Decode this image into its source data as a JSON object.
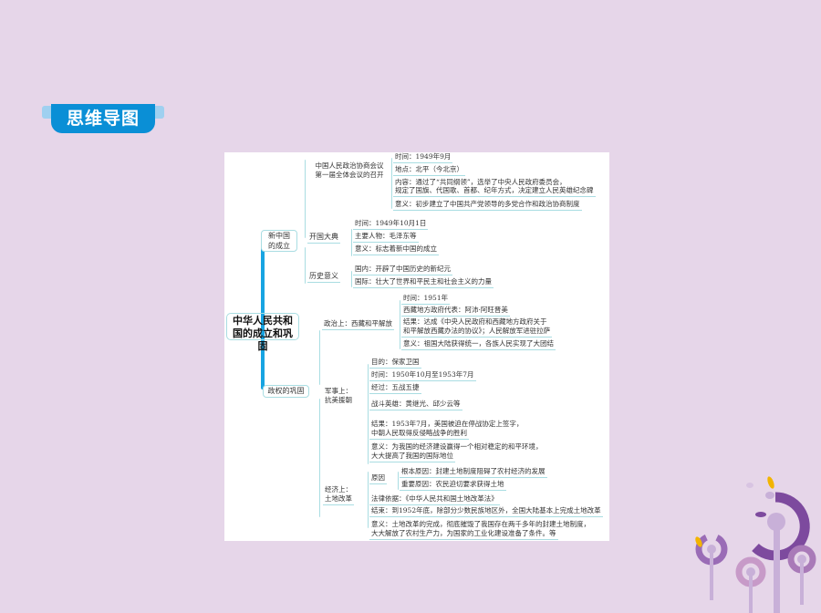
{
  "badge": {
    "title": "思维导图"
  },
  "mindmap": {
    "central": "中华人民共和国的成立和巩固",
    "branch1": {
      "title": "新中国的成立",
      "cppcc": {
        "title": "中国人民政治协商会议第一届全体会议的召开",
        "time": "时间：1949年9月",
        "place": "地点：北平（今北京）",
        "content1": "内容：通过了“共同纲领”，选举了中央人民政府委员会，",
        "content2": "规定了国旗、代国歌、首都、纪年方式，决定建立人民英雄纪念碑",
        "meaning": "意义：初步建立了中国共产党领导的多党合作和政治协商制度"
      },
      "ceremony": {
        "title": "开国大典",
        "time": "时间：1949年10月1日",
        "person": "主要人物：毛泽东等",
        "meaning": "意义：标志着新中国的成立"
      },
      "significance": {
        "title": "历史意义",
        "domestic": "国内：开辟了中国历史的新纪元",
        "intl": "国际：壮大了世界和平民主和社会主义的力量"
      }
    },
    "branch2": {
      "title": "政权的巩固",
      "politics": {
        "title": "政治上：西藏和平解放",
        "time": "时间：1951年",
        "rep": "西藏地方政府代表：阿沛·阿旺晋美",
        "result1": "结果：达成《中央人民政府和西藏地方政府关于",
        "result2": "和平解放西藏办法的协议》；人民解放军进驻拉萨",
        "meaning": "意义：祖国大陆获得统一，各族人民实现了大团结"
      },
      "military": {
        "title1": "军事上：",
        "title2": "抗美援朝",
        "goal": "目的：保家卫国",
        "time": "时间：1950年10月至1953年7月",
        "process": "经过：五战五捷",
        "heroes": "战斗英雄：黄继光、邱少云等",
        "result1": "结果：1953年7月，美国被迫在停战协定上签字，",
        "result2": "中朝人民取得反侵略战争的胜利",
        "meaning1": "意义：为我国的经济建设赢得一个相对稳定的和平环境，",
        "meaning2": "大大提高了我国的国际地位"
      },
      "economy": {
        "title1": "经济上：",
        "title2": "土地改革",
        "cause": "原因",
        "root": "根本原因：封建土地制度阻碍了农村经济的发展",
        "important": "重要原因：农民迫切要求获得土地",
        "law": "法律依据：《中华人民共和国土地改革法》",
        "end": "结束：到1952年底，除部分少数民族地区外，全国大陆基本上完成土地改革",
        "meaning1": "意义：土地改革的完成，彻底摧毁了我国存在两千多年的封建土地制度，",
        "meaning2": "大大解放了农村生产力，为国家的工业化建设准备了条件。等"
      }
    }
  },
  "colors": {
    "background": "#e6d6e9",
    "badge": "#0a8fd6",
    "trunk": "#17a4e2",
    "line": "#a9dde2"
  }
}
